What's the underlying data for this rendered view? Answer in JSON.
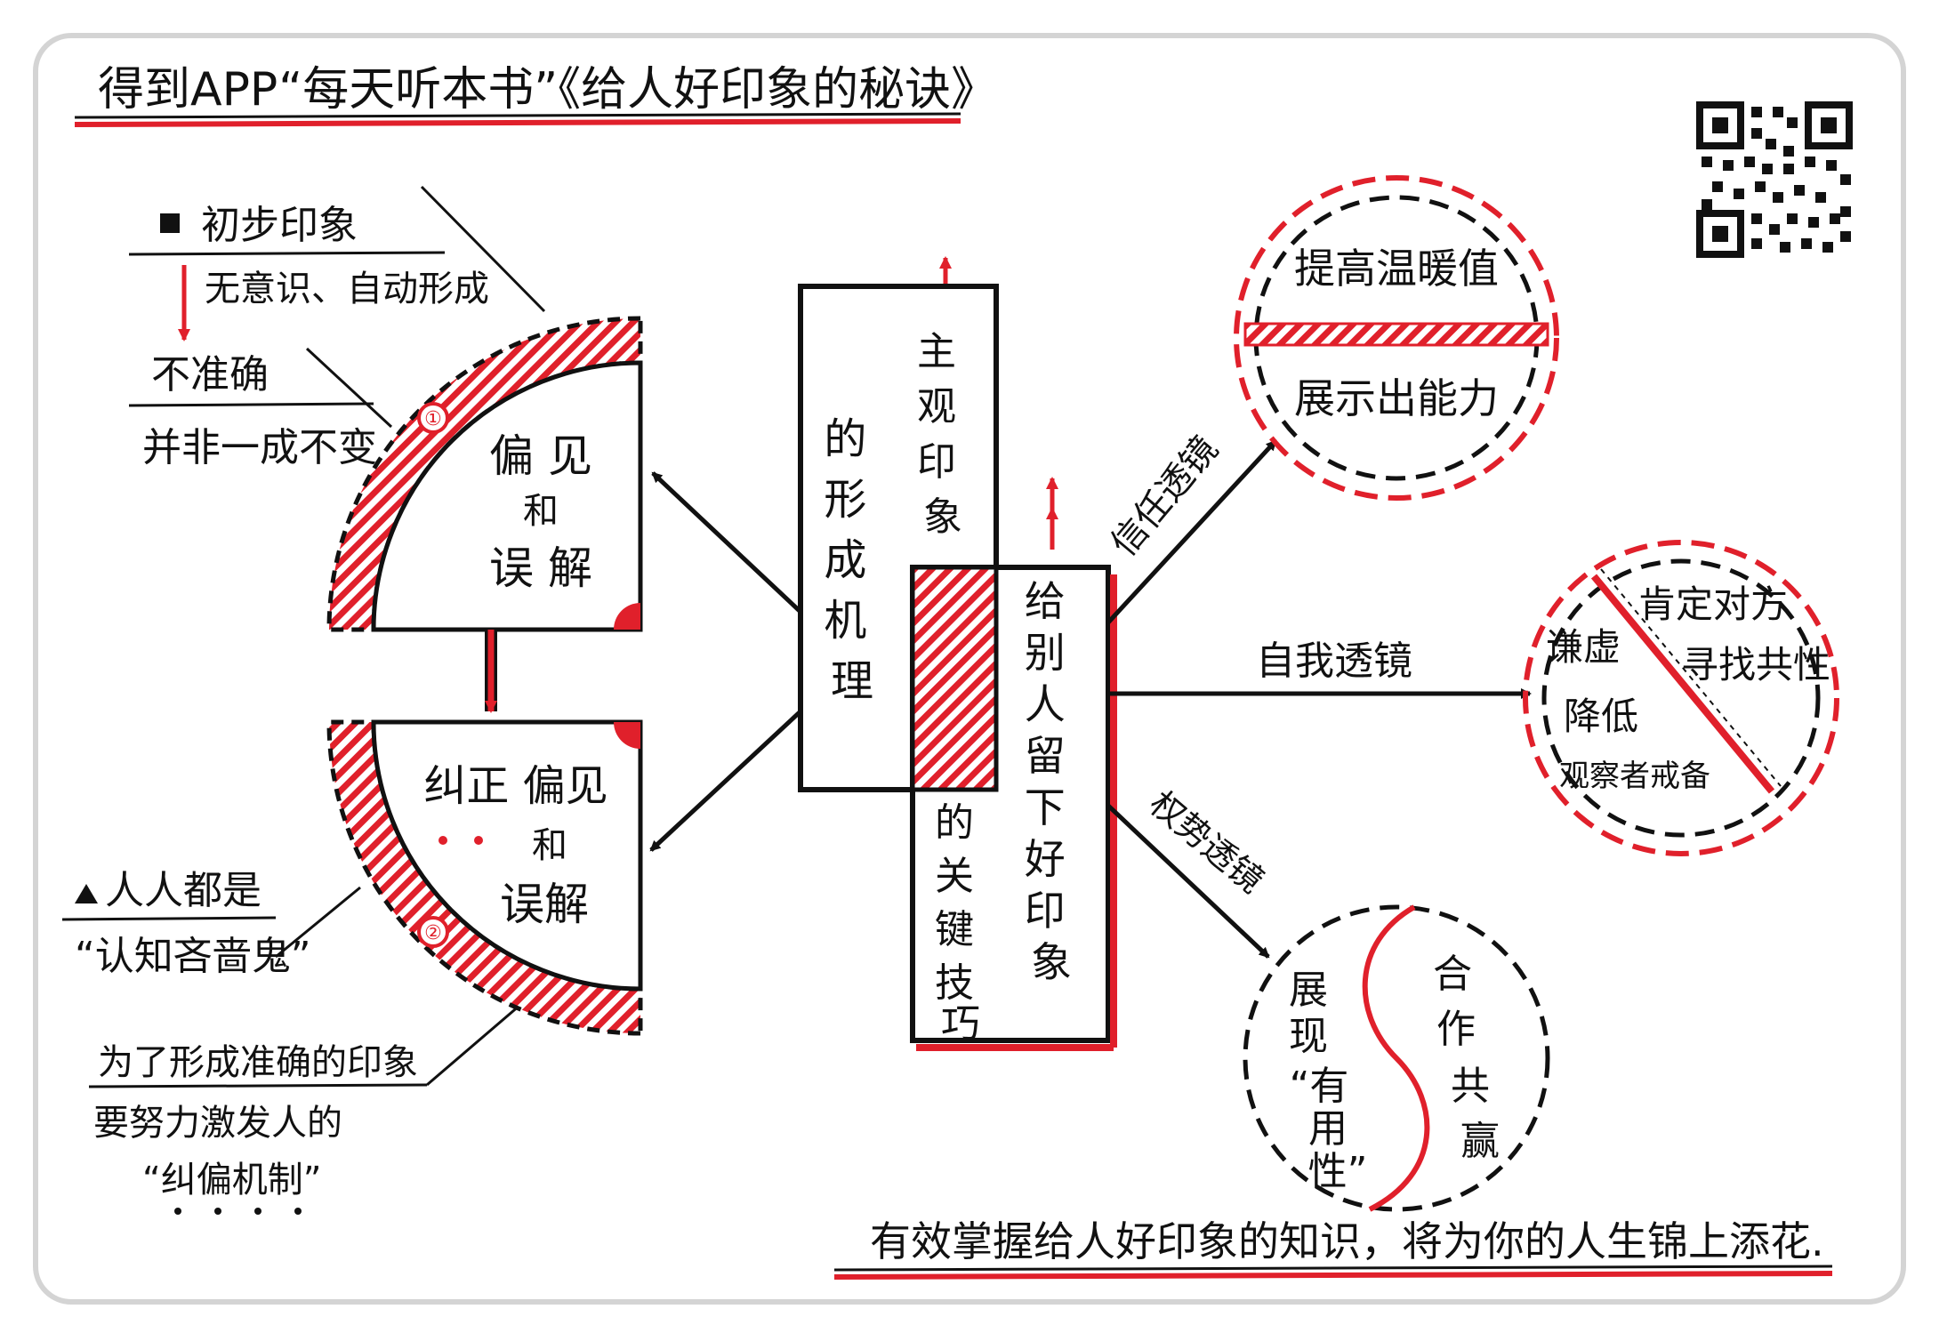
{
  "title": "得到APP“每天听本书”《给人好印象的秘诀》",
  "footer": "有效掌握给人好印象的知识，将为你的人生锦上添花.",
  "colors": {
    "ink": "#111111",
    "accent": "#e0202b",
    "paper": "#ffffff",
    "frame": "#d4d4d4"
  },
  "left_notes": {
    "first_impression": "初步印象",
    "unconscious": "无意识、自动形成",
    "inaccurate": "不准确",
    "not_fixed": "并非一成不变",
    "everyone_is": "人人都是",
    "cognitive_miser": "“认知吝啬鬼”",
    "to_form": "为了形成准确的印象",
    "must_trigger": "要努力激发人的",
    "correction_mechanism": "“纠偏机制”"
  },
  "quadrant_top": {
    "badge": "①",
    "line1": "偏 见",
    "line2": "和",
    "line3": "误 解"
  },
  "quadrant_bottom": {
    "badge": "②",
    "line1": "纠正 偏见",
    "line2": "和",
    "line3": "误解"
  },
  "center_left_box": {
    "col_right": [
      "主",
      "观",
      "印",
      "象"
    ],
    "col_left": [
      "的",
      "形",
      "成",
      "机",
      "理"
    ]
  },
  "center_right_box": {
    "col_right": [
      "给",
      "别",
      "人",
      "留",
      "下",
      "好",
      "印",
      "象"
    ],
    "col_left": [
      "的",
      "关",
      "键",
      "技",
      "巧"
    ]
  },
  "lenses": {
    "trust": "信任透镜",
    "self": "自我透镜",
    "power": "权势透镜"
  },
  "circle_trust": {
    "top": "提高温暖值",
    "bottom": "展示出能力"
  },
  "circle_self": {
    "left1": "谦虚",
    "left2": "降低",
    "left3": "观察者戒备",
    "right1": "肯定对方",
    "right2": "寻找共性"
  },
  "circle_power": {
    "left1": "展",
    "left2": "现",
    "left3": "“有",
    "left4": "用",
    "left5": "性”",
    "right1": "合",
    "right2": "作",
    "right3": "共",
    "right4": "赢"
  },
  "qr_code": "qr-code"
}
